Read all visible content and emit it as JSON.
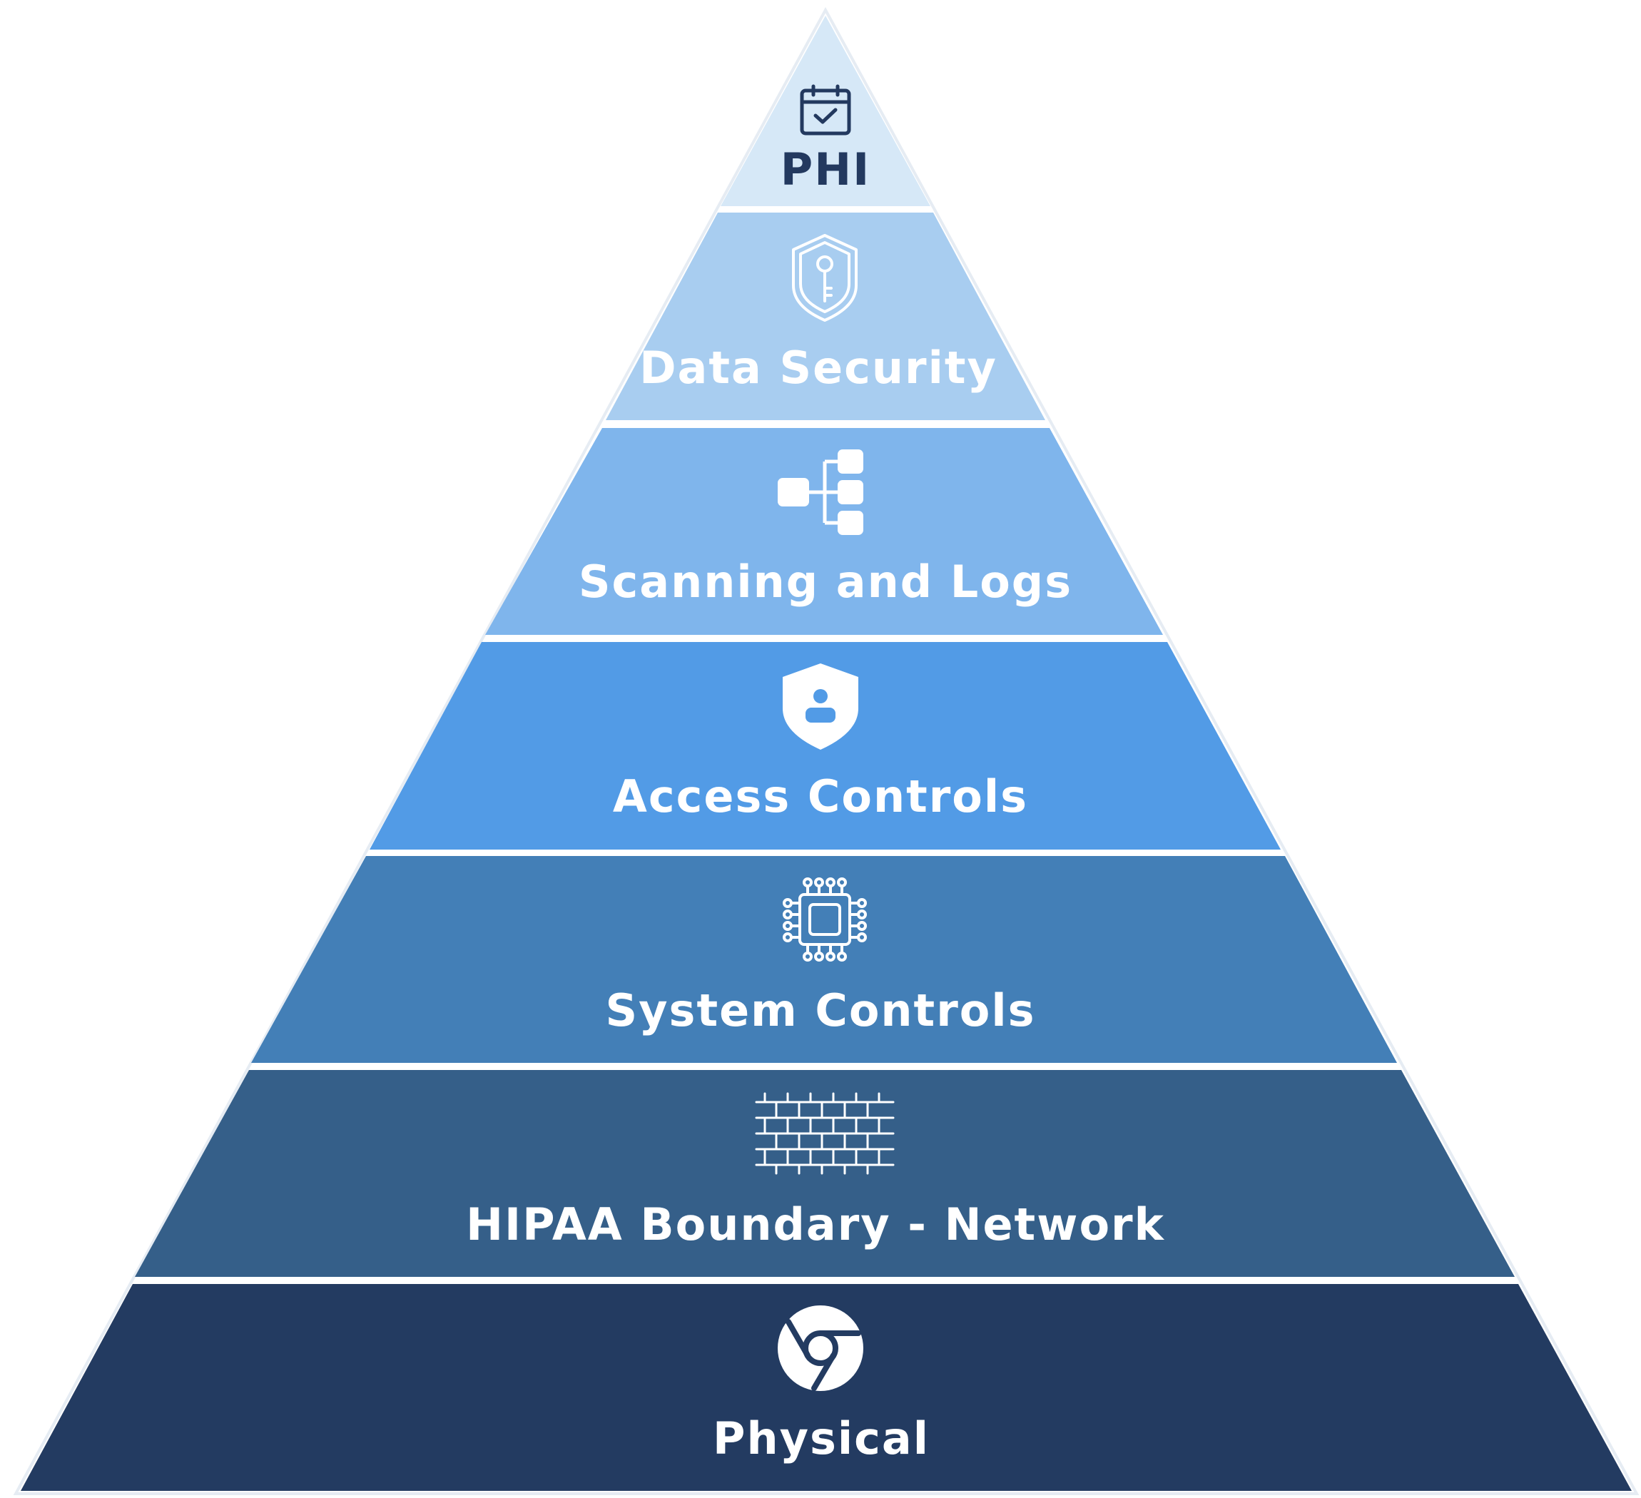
{
  "layers": [
    {
      "label": "PHI",
      "icon": "calendar-check-icon",
      "fill": "#D6E8F7",
      "text_color": "#23395F"
    },
    {
      "label": "Data Security",
      "icon": "shield-key-icon",
      "fill": "#A8CDF0",
      "text_color": "#FFFFFF"
    },
    {
      "label": "Scanning and Logs",
      "icon": "hierarchy-icon",
      "fill": "#7FB5EC",
      "text_color": "#FFFFFF"
    },
    {
      "label": "Access Controls",
      "icon": "shield-user-icon",
      "fill": "#529BE6",
      "text_color": "#FFFFFF"
    },
    {
      "label": "System Controls",
      "icon": "cpu-chip-icon",
      "fill": "#437FB7",
      "text_color": "#FFFFFF"
    },
    {
      "label": "HIPAA Boundary - Network",
      "icon": "brick-wall-icon",
      "fill": "#355F89",
      "text_color": "#FFFFFF"
    },
    {
      "label": "Physical",
      "icon": "chrome-icon",
      "fill": "#233B61",
      "text_color": "#FFFFFF"
    }
  ]
}
